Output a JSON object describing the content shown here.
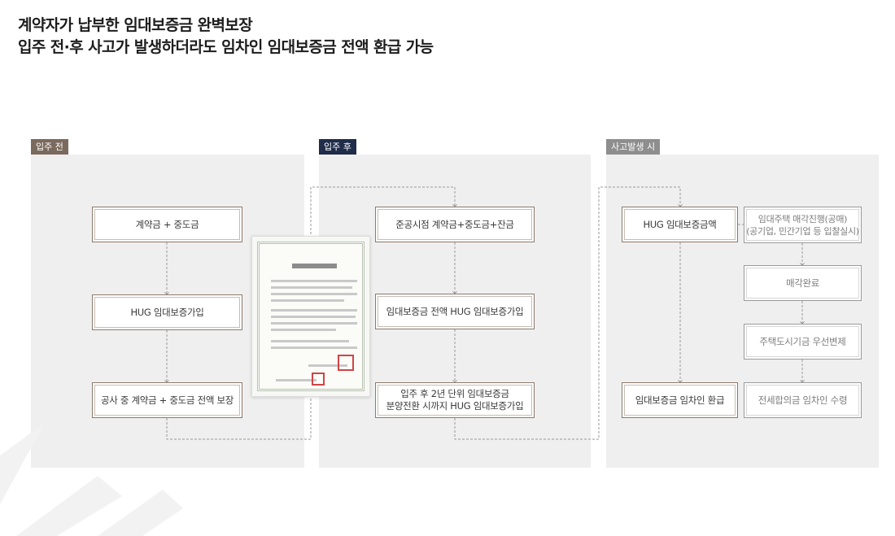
{
  "headline": {
    "line1": "계약자가 납부한 임대보증금 완벽보장",
    "line2": "입주 전·후 사고가 발생하더라도 임차인 임대보증금 전액 환급 가능"
  },
  "phases": {
    "before": {
      "tag": "입주 전",
      "steps": [
        "계약금 + 중도금",
        "HUG 임대보증가입",
        "공사 중 계약금 + 중도금 전액 보장"
      ]
    },
    "after": {
      "tag": "입주 후",
      "steps": [
        "준공시점 계약금+중도금+잔금",
        "임대보증금 전액 HUG 임대보증가입",
        "입주 후 2년 단위 임대보증금\n분양전환 시까지 HUG 임대보증가입"
      ]
    },
    "incident": {
      "tag": "사고발생 시",
      "left_steps": [
        "HUG 임대보증금액",
        "임대보증금 임차인 환급"
      ],
      "right_steps": [
        "임대주택 매각진행(공매)\n(공기업, 민간기업 등 입찰실시)",
        "매각완료",
        "주택도시기금 우선변제",
        "전세합의금 임차인 수령"
      ]
    }
  },
  "colors": {
    "tag_before": "#7a6a5d",
    "tag_after": "#1f2c4a",
    "tag_incident": "#8e8e8e",
    "box_border": "#8a7a6e",
    "panel_bg": "#efefef"
  }
}
